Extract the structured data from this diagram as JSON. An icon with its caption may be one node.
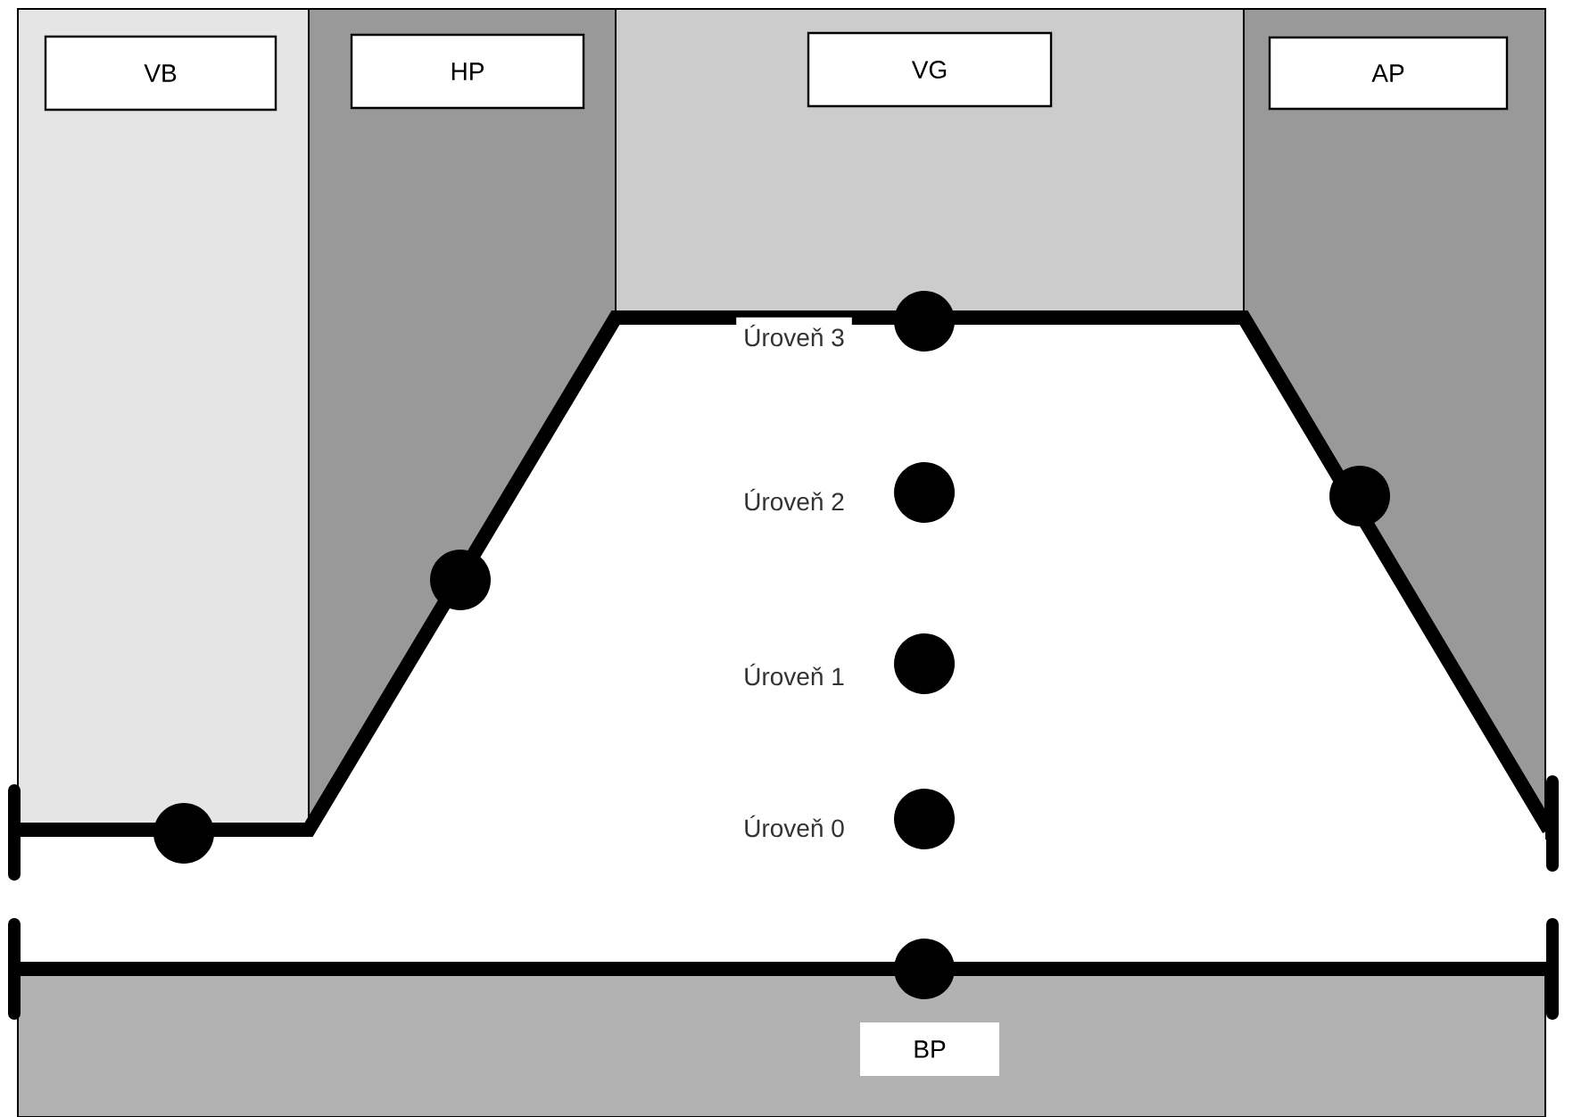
{
  "diagram": {
    "nodes": [
      {
        "text": [
          "VB"
        ]
      },
      {
        "text": [
          "HP"
        ]
      },
      {
        "text": [
          "VG"
        ]
      },
      {
        "text": [
          "AP"
        ]
      },
      {
        "text": [
          "BP"
        ]
      }
    ],
    "labels": [
      "Úroveň 3",
      "Úroveň 2",
      "Úroveň 1",
      "Úroveň 0"
    ]
  }
}
